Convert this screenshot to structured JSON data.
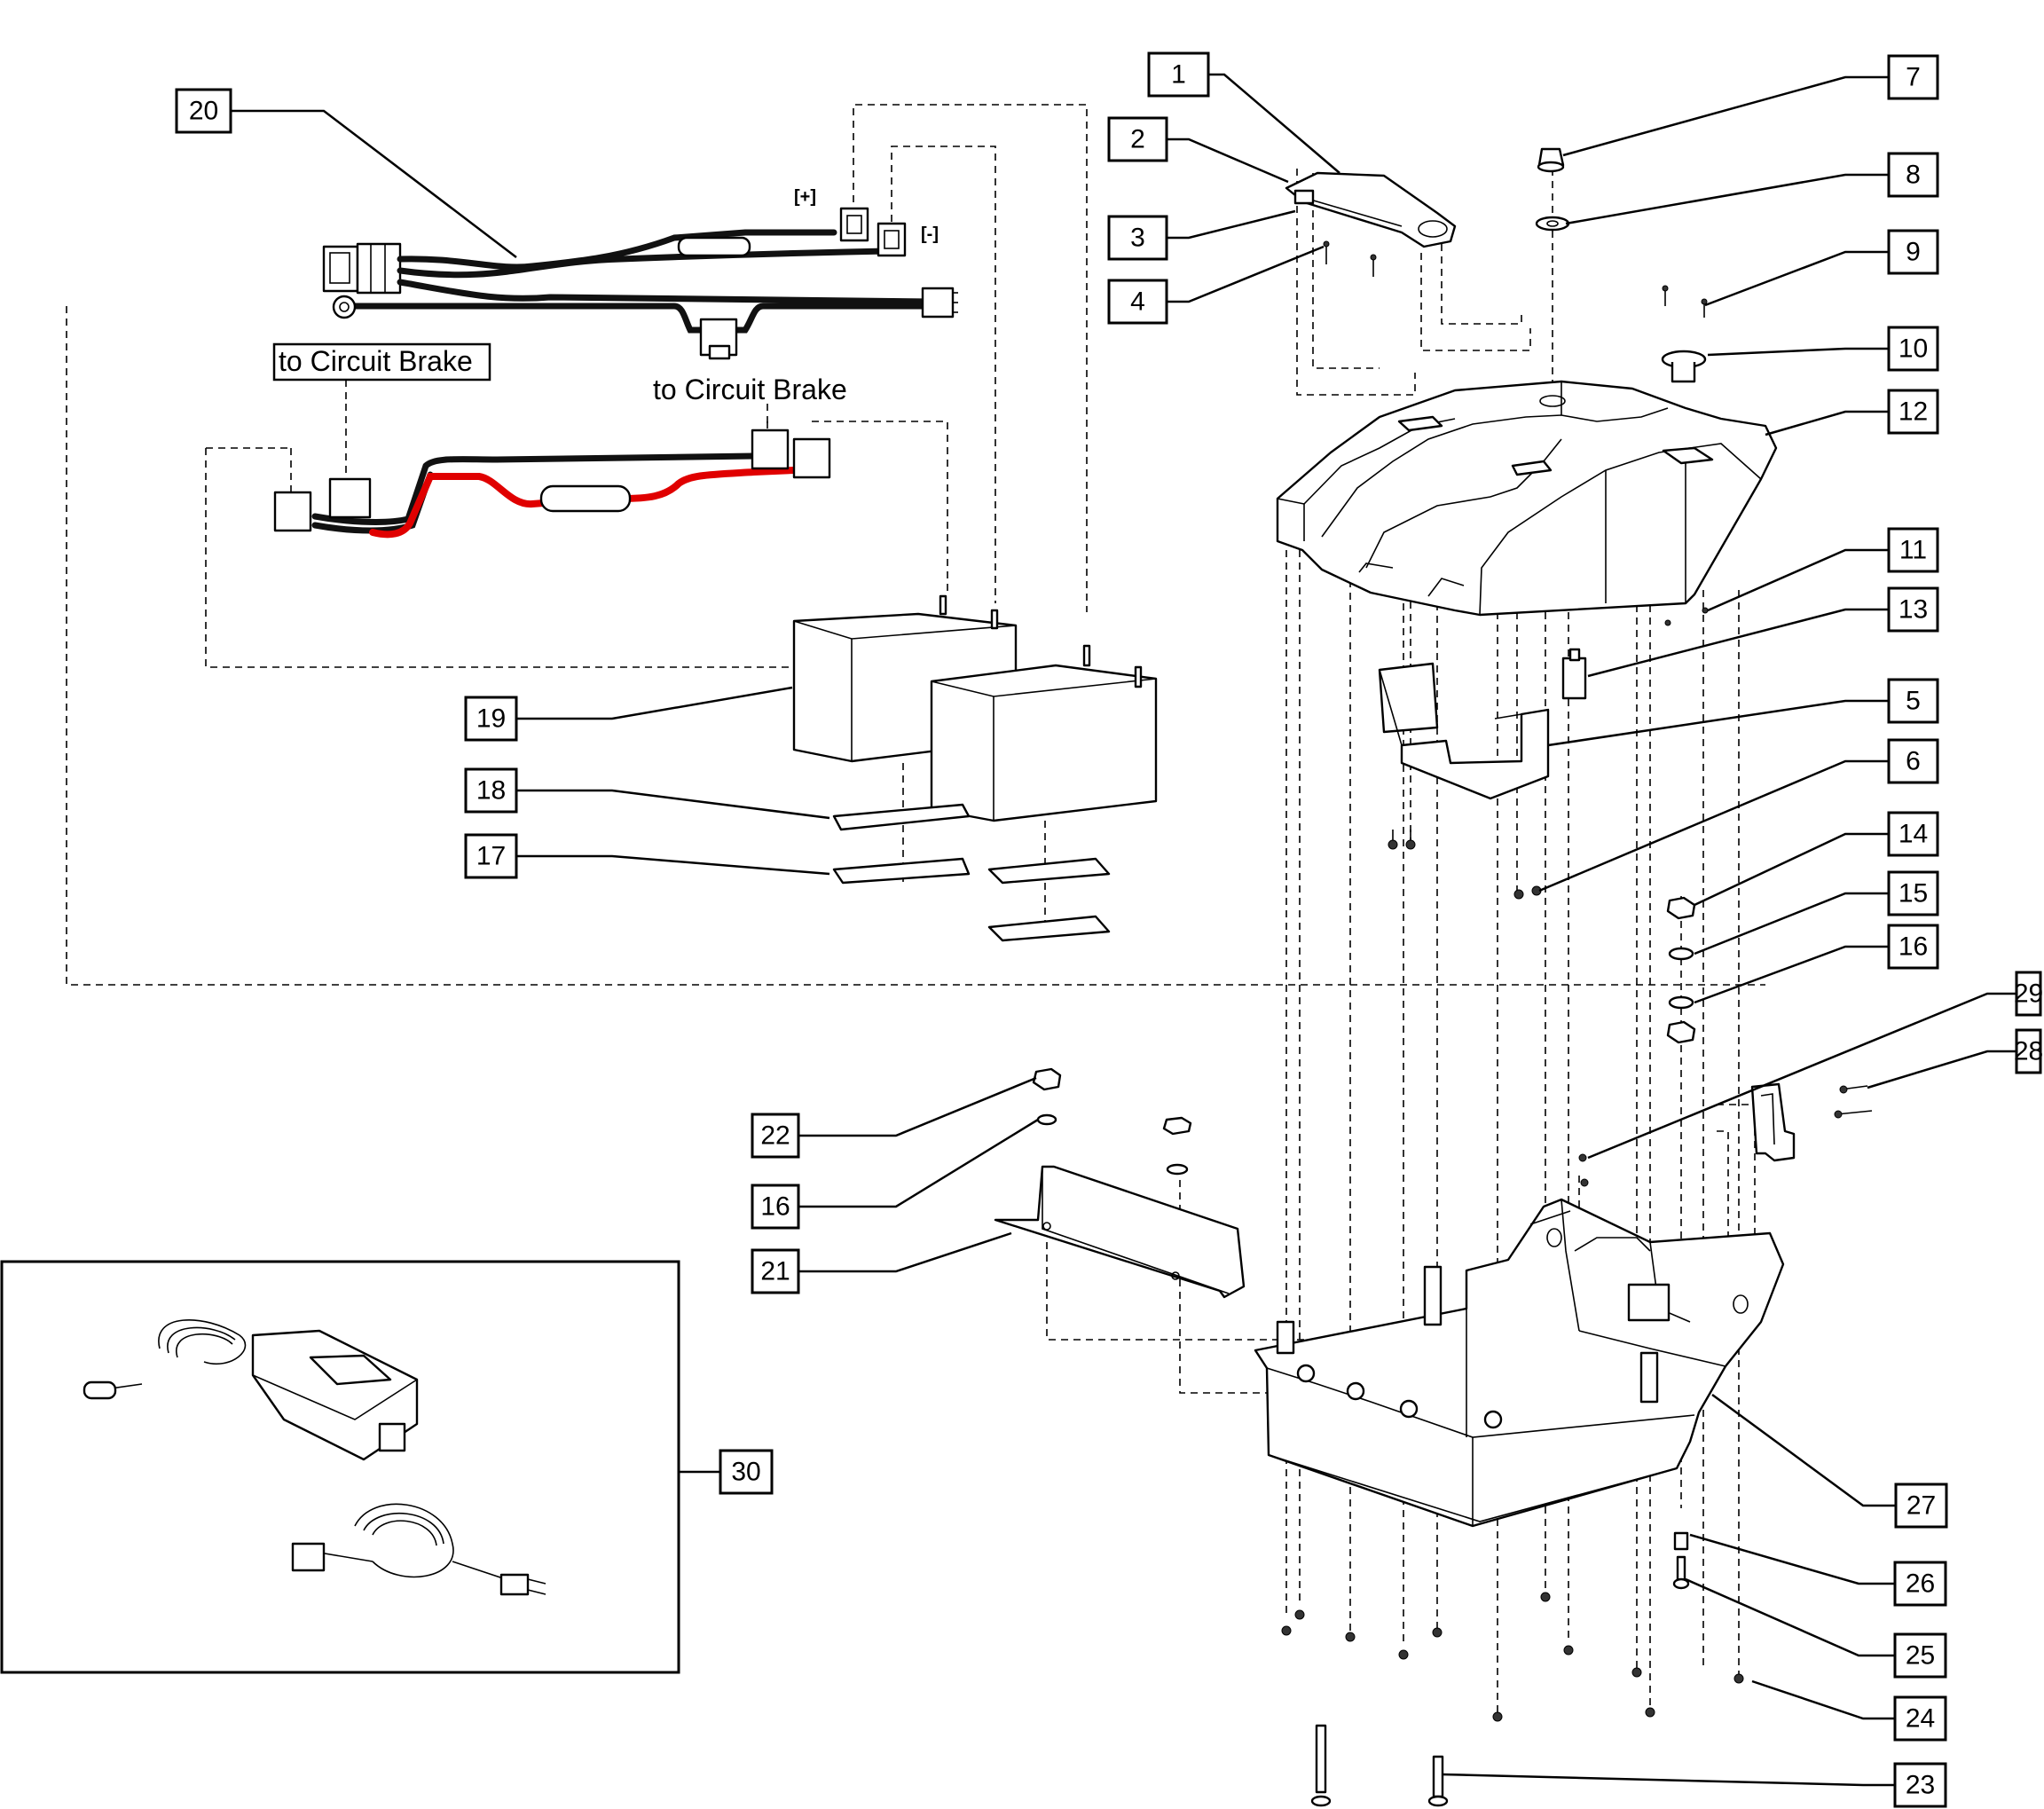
{
  "callouts": [
    {
      "num": "1"
    },
    {
      "num": "2"
    },
    {
      "num": "3"
    },
    {
      "num": "4"
    },
    {
      "num": "5"
    },
    {
      "num": "6"
    },
    {
      "num": "7"
    },
    {
      "num": "8"
    },
    {
      "num": "9"
    },
    {
      "num": "10"
    },
    {
      "num": "11"
    },
    {
      "num": "12"
    },
    {
      "num": "13"
    },
    {
      "num": "14"
    },
    {
      "num": "15"
    },
    {
      "num": "16"
    },
    {
      "num": "17"
    },
    {
      "num": "18"
    },
    {
      "num": "19"
    },
    {
      "num": "20"
    },
    {
      "num": "21"
    },
    {
      "num": "22"
    },
    {
      "num": "16"
    },
    {
      "num": "23"
    },
    {
      "num": "24"
    },
    {
      "num": "25"
    },
    {
      "num": "26"
    },
    {
      "num": "27"
    },
    {
      "num": "28"
    },
    {
      "num": "29"
    },
    {
      "num": "30"
    }
  ],
  "labels": {
    "circuit_brake_boxed": "to Circuit Brake",
    "circuit_brake_plain": "to Circuit Brake",
    "plus_terminal": "[+]",
    "minus_terminal": "[-]"
  },
  "colors": {
    "line": "#000000",
    "red_cable": "#e00000",
    "background": "#ffffff"
  }
}
